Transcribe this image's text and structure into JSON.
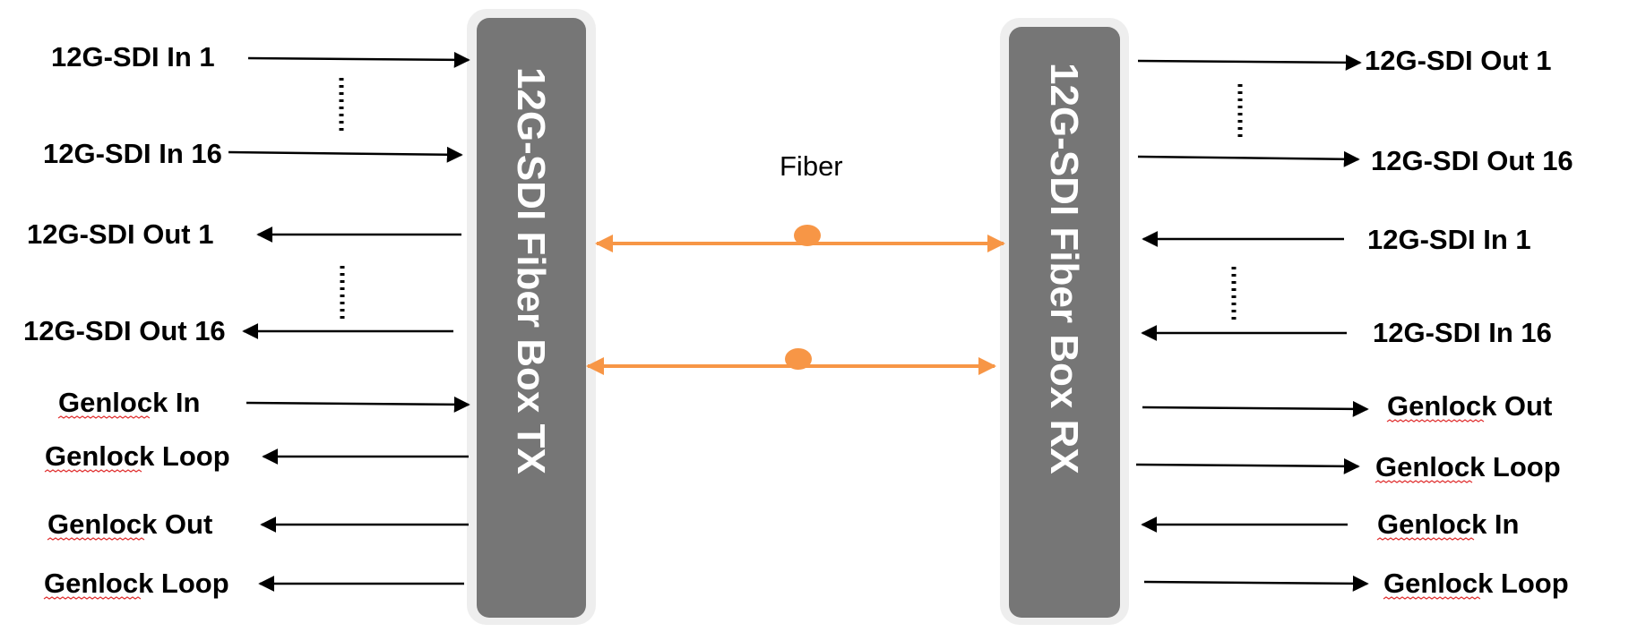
{
  "colors": {
    "box_fill": "#767676",
    "box_halo": "#eeeeee",
    "fiber": "#f79646",
    "line": "#000000",
    "squiggle": "#e03030"
  },
  "tx_box": {
    "title": "12G-SDI Fiber Box TX"
  },
  "rx_box": {
    "title": "12G-SDI Fiber Box RX"
  },
  "fiber": {
    "label": "Fiber"
  },
  "ellipsis_glyph": "⋮",
  "tx_ports": [
    {
      "label": "12G-SDI In 1",
      "direction": "in"
    },
    {
      "label": "12G-SDI In 16",
      "direction": "in"
    },
    {
      "label": "12G-SDI Out 1",
      "direction": "out"
    },
    {
      "label": "12G-SDI Out 16",
      "direction": "out"
    },
    {
      "label": "Genlock In",
      "direction": "in"
    },
    {
      "label": "Genlock Loop",
      "direction": "out"
    },
    {
      "label": "Genlock Out",
      "direction": "out"
    },
    {
      "label": "Genlock Loop",
      "direction": "out"
    }
  ],
  "rx_ports": [
    {
      "label": "12G-SDI Out 1",
      "direction": "out"
    },
    {
      "label": "12G-SDI Out 16",
      "direction": "out"
    },
    {
      "label": "12G-SDI In 1",
      "direction": "in"
    },
    {
      "label": "12G-SDI In 16",
      "direction": "in"
    },
    {
      "label": "Genlock Out",
      "direction": "out"
    },
    {
      "label": "Genlock Loop",
      "direction": "out"
    },
    {
      "label": "Genlock In",
      "direction": "in"
    },
    {
      "label": "Genlock Loop",
      "direction": "out"
    }
  ]
}
